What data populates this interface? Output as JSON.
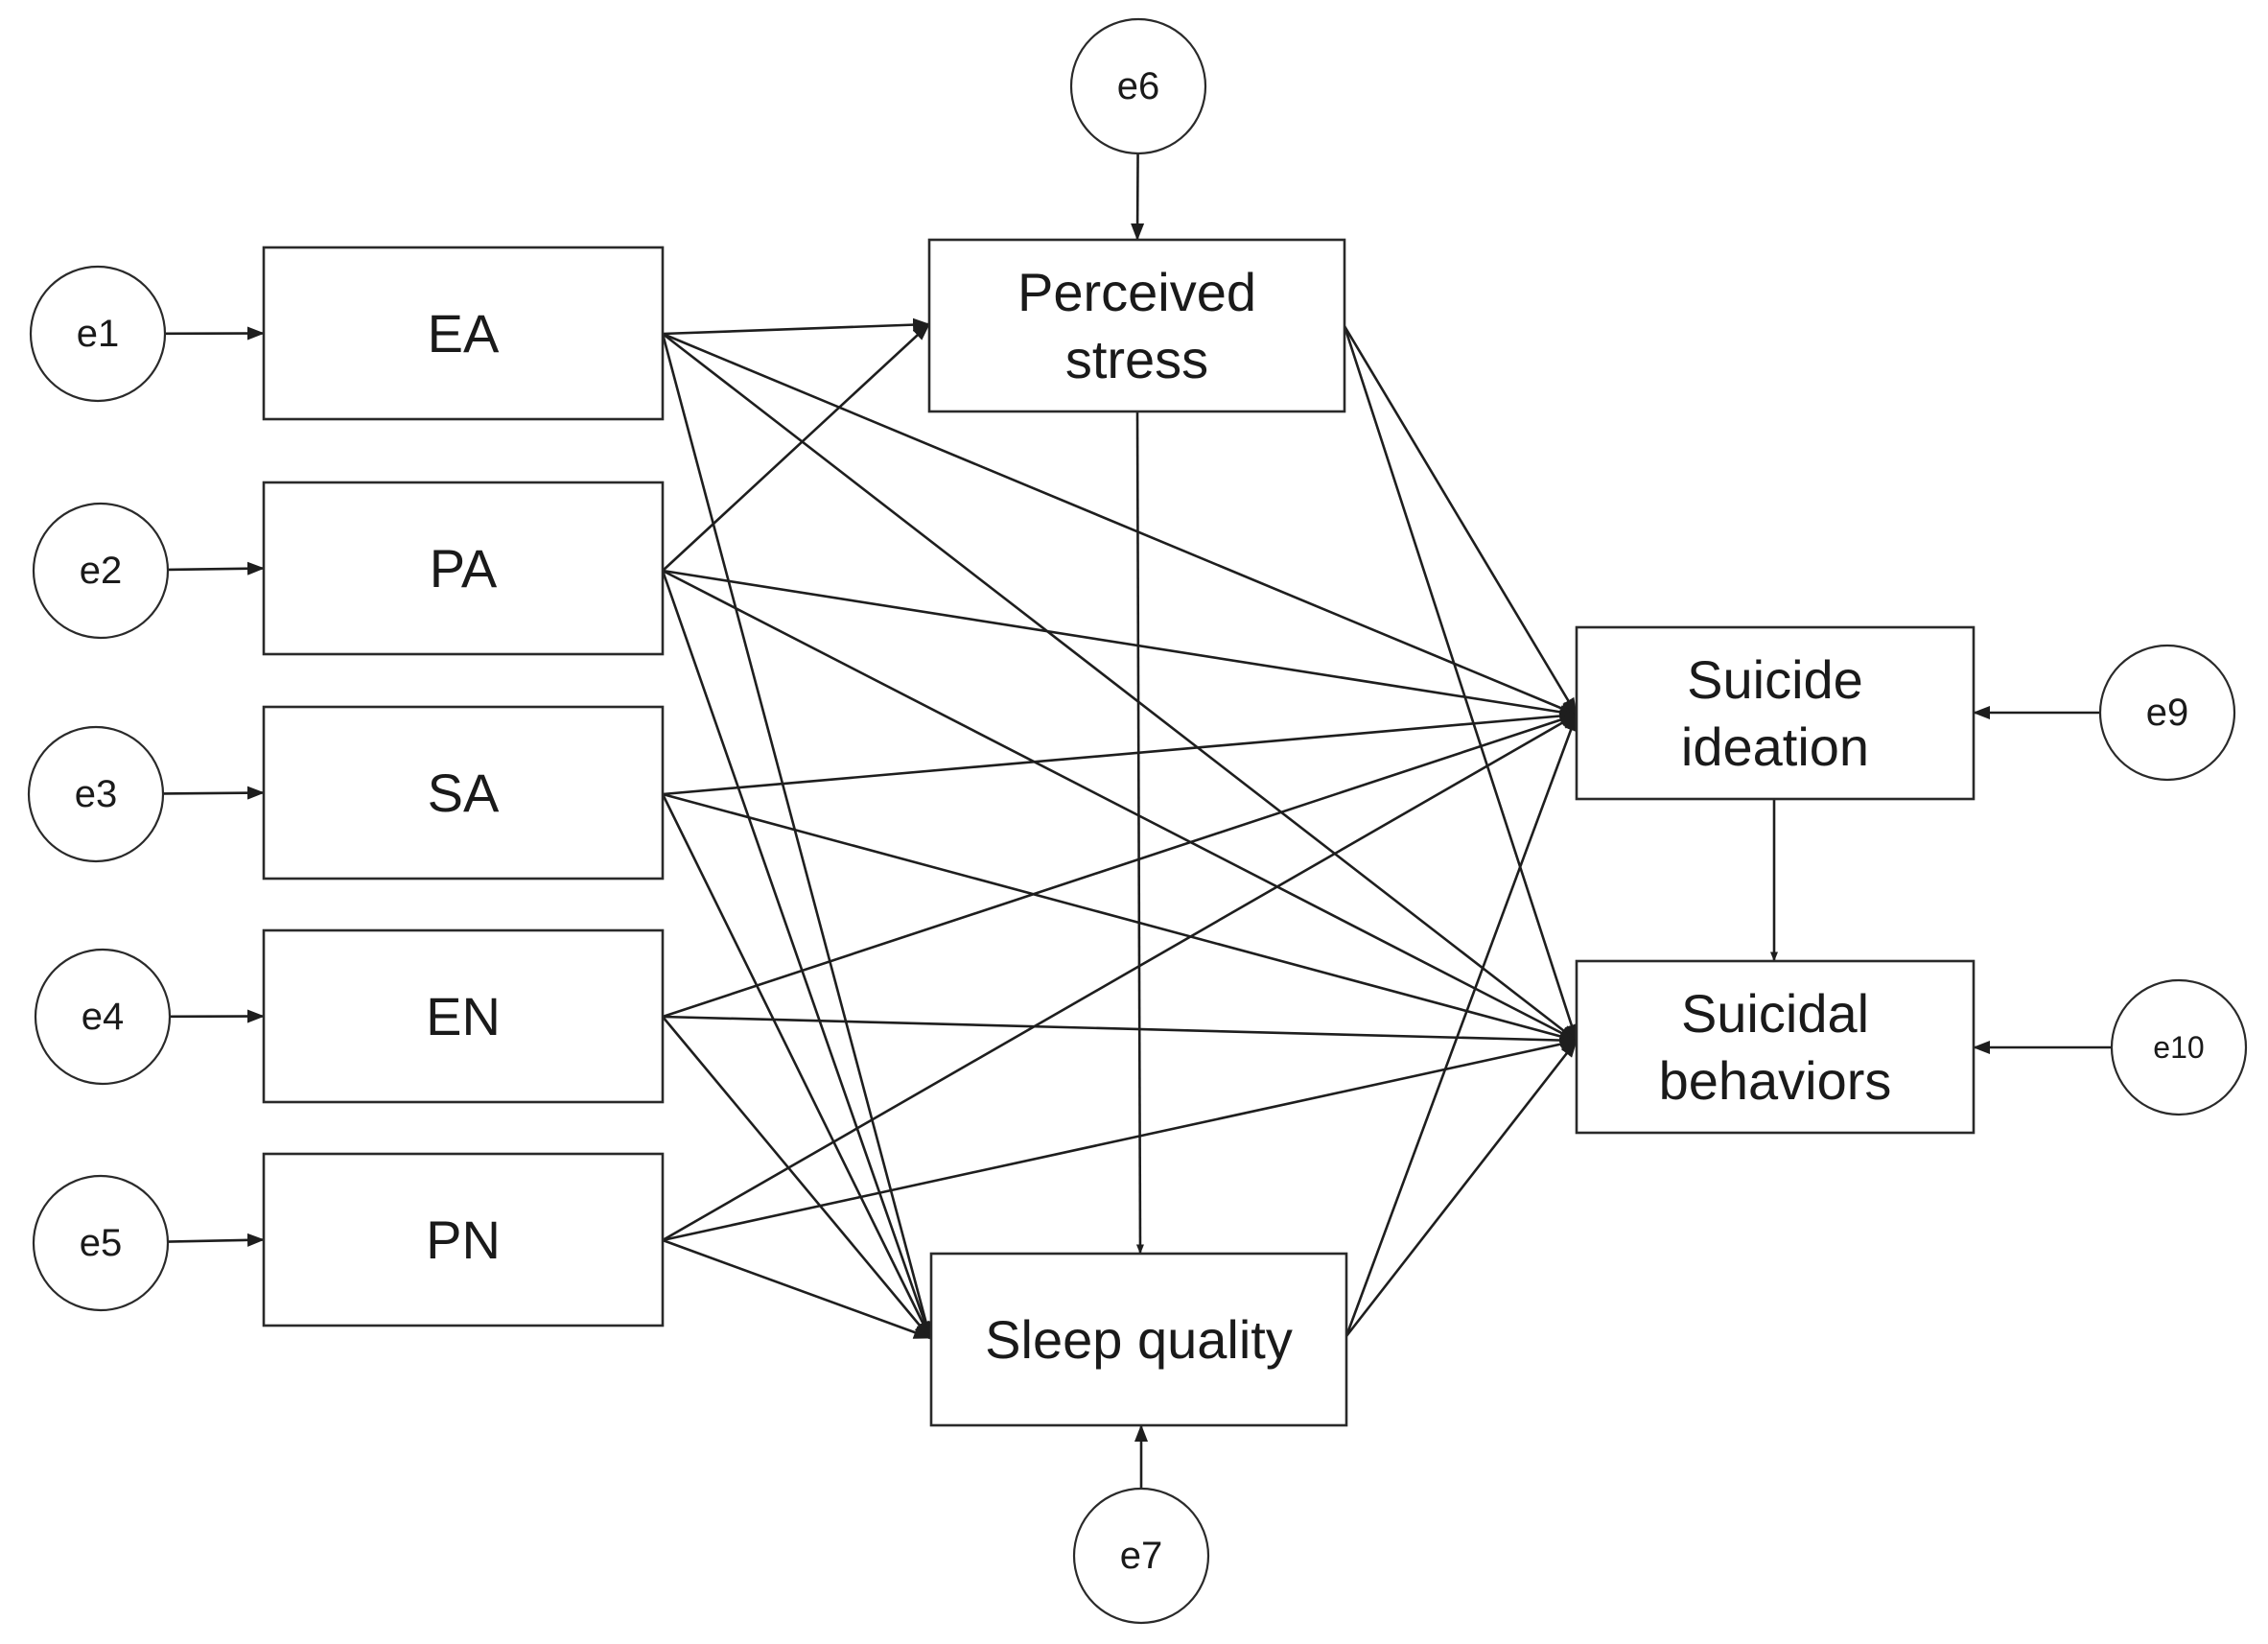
{
  "diagram": {
    "observed": [
      {
        "id": "EA",
        "lines": [
          "EA"
        ]
      },
      {
        "id": "PA",
        "lines": [
          "PA"
        ]
      },
      {
        "id": "SA",
        "lines": [
          "SA"
        ]
      },
      {
        "id": "EN",
        "lines": [
          "EN"
        ]
      },
      {
        "id": "PN",
        "lines": [
          "PN"
        ]
      },
      {
        "id": "PS",
        "lines": [
          "Perceived",
          "stress"
        ]
      },
      {
        "id": "SQ",
        "lines": [
          "Sleep quality"
        ]
      },
      {
        "id": "SI",
        "lines": [
          "Suicide",
          "ideation"
        ]
      },
      {
        "id": "SB",
        "lines": [
          "Suicidal",
          "behaviors"
        ]
      }
    ],
    "errors": [
      {
        "id": "e1",
        "label": "e1",
        "target": "EA"
      },
      {
        "id": "e2",
        "label": "e2",
        "target": "PA"
      },
      {
        "id": "e3",
        "label": "e3",
        "target": "SA"
      },
      {
        "id": "e4",
        "label": "e4",
        "target": "EN"
      },
      {
        "id": "e5",
        "label": "e5",
        "target": "PN"
      },
      {
        "id": "e6",
        "label": "e6",
        "target": "PS"
      },
      {
        "id": "e7",
        "label": "e7",
        "target": "SQ"
      },
      {
        "id": "e9",
        "label": "e9",
        "target": "SI"
      },
      {
        "id": "e10",
        "label": "e10",
        "target": "SB"
      }
    ],
    "paths": [
      [
        "EA",
        "PS"
      ],
      [
        "EA",
        "SQ"
      ],
      [
        "EA",
        "SI"
      ],
      [
        "EA",
        "SB"
      ],
      [
        "PA",
        "PS"
      ],
      [
        "PA",
        "SQ"
      ],
      [
        "PA",
        "SI"
      ],
      [
        "PA",
        "SB"
      ],
      [
        "SA",
        "SQ"
      ],
      [
        "SA",
        "SI"
      ],
      [
        "SA",
        "SB"
      ],
      [
        "EN",
        "SQ"
      ],
      [
        "EN",
        "SI"
      ],
      [
        "EN",
        "SB"
      ],
      [
        "PN",
        "SQ"
      ],
      [
        "PN",
        "SI"
      ],
      [
        "PN",
        "SB"
      ],
      [
        "PS",
        "SQ"
      ],
      [
        "PS",
        "SI"
      ],
      [
        "PS",
        "SB"
      ],
      [
        "SQ",
        "SI"
      ],
      [
        "SQ",
        "SB"
      ],
      [
        "SI",
        "SB"
      ]
    ]
  }
}
